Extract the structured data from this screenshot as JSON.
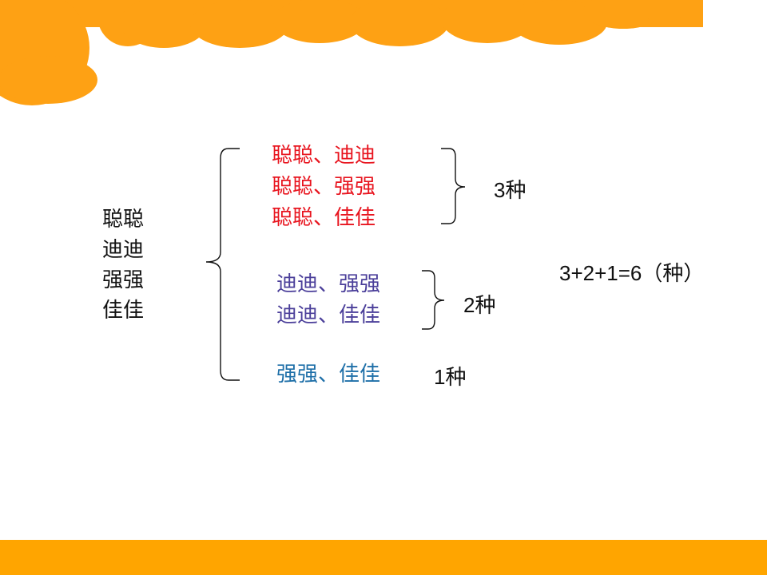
{
  "colors": {
    "deco_orange": "#fea114",
    "bar_orange": "#ffa500",
    "text_dark": "#111111",
    "group1": "#e8141e",
    "group2": "#4b3f9a",
    "group3": "#1e6fa8"
  },
  "names": [
    "聪聪",
    "迪迪",
    "强强",
    "佳佳"
  ],
  "groups": [
    {
      "pairs": [
        "聪聪、迪迪",
        "聪聪、强强",
        "聪聪、佳佳"
      ],
      "count": "3种"
    },
    {
      "pairs": [
        "迪迪、强强",
        "迪迪、佳佳"
      ],
      "count": "2种"
    },
    {
      "pairs": [
        "强强、佳佳"
      ],
      "count": "1种"
    }
  ],
  "total": "3+2+1=6（种）"
}
